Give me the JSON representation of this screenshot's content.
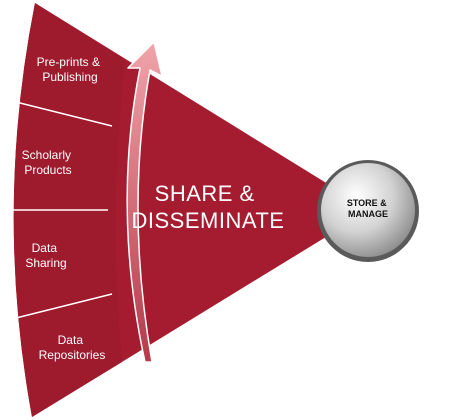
{
  "diagram": {
    "main_title": [
      "SHARE &",
      "DISSEMINATE"
    ],
    "hub_label": [
      "STORE &",
      "MANAGE"
    ],
    "segments": [
      {
        "lines": [
          "Pre-prints &",
          "Publishing"
        ]
      },
      {
        "lines": [
          "Scholarly",
          "Products"
        ]
      },
      {
        "lines": [
          "Data",
          "Sharing"
        ]
      },
      {
        "lines": [
          "Data",
          "Repositories"
        ]
      }
    ],
    "colors": {
      "wedge": "#a51c30",
      "wedge_dark": "#8f1628",
      "divider": "#ffffff",
      "arrow": "#e08e96",
      "hub_light": "#ffffff",
      "hub_dark": "#8c8c8c"
    }
  }
}
